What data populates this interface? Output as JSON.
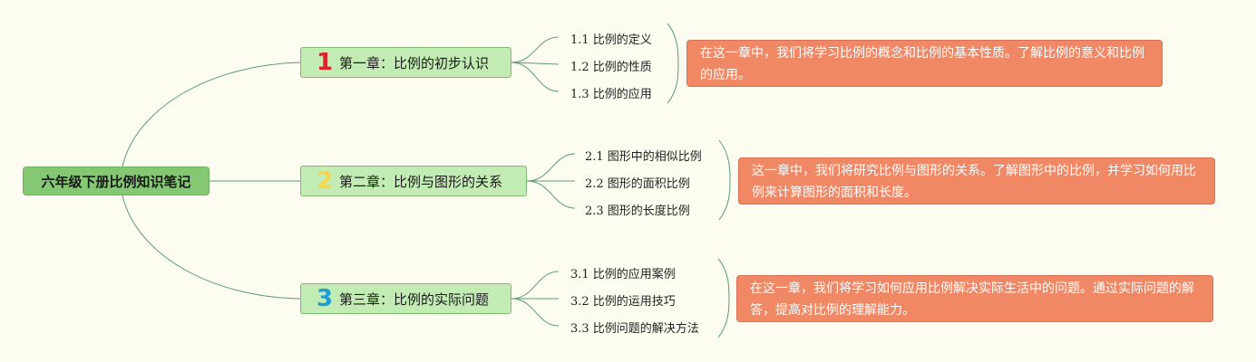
{
  "colors": {
    "background": "#fdfcf1",
    "root_fill": "#84c874",
    "chapter_fill": "#c3ecb5",
    "note_fill": "#f08866",
    "line": "#5a9e6e"
  },
  "root": {
    "label": "六年级下册比例知识笔记"
  },
  "chapters": [
    {
      "badge": "1",
      "badge_color": "#d9262c",
      "title": "第一章：比例的初步认识",
      "subs": [
        "1.1 比例的定义",
        "1.2 比例的性质",
        "1.3 比例的应用"
      ],
      "note": "在这一章中，我们将学习比例的概念和比例的基本性质。了解比例的意义和比例的应用。"
    },
    {
      "badge": "2",
      "badge_color": "#f5d64a",
      "title": "第二章：比例与图形的关系",
      "subs": [
        "2.1 图形中的相似比例",
        "2.2 图形的面积比例",
        "2.3 图形的长度比例"
      ],
      "note": "这一章中，我们将研究比例与图形的关系。了解图形中的比例，并学习如何用比例来计算图形的面积和长度。"
    },
    {
      "badge": "3",
      "badge_color": "#1f9bd6",
      "title": "第三章：比例的实际问题",
      "subs": [
        "3.1 比例的应用案例",
        "3.2 比例的运用技巧",
        "3.3 比例问题的解决方法"
      ],
      "note": "在这一章，我们将学习如何应用比例解决实际生活中的问题。通过实际问题的解答，提高对比例的理解能力。"
    }
  ]
}
